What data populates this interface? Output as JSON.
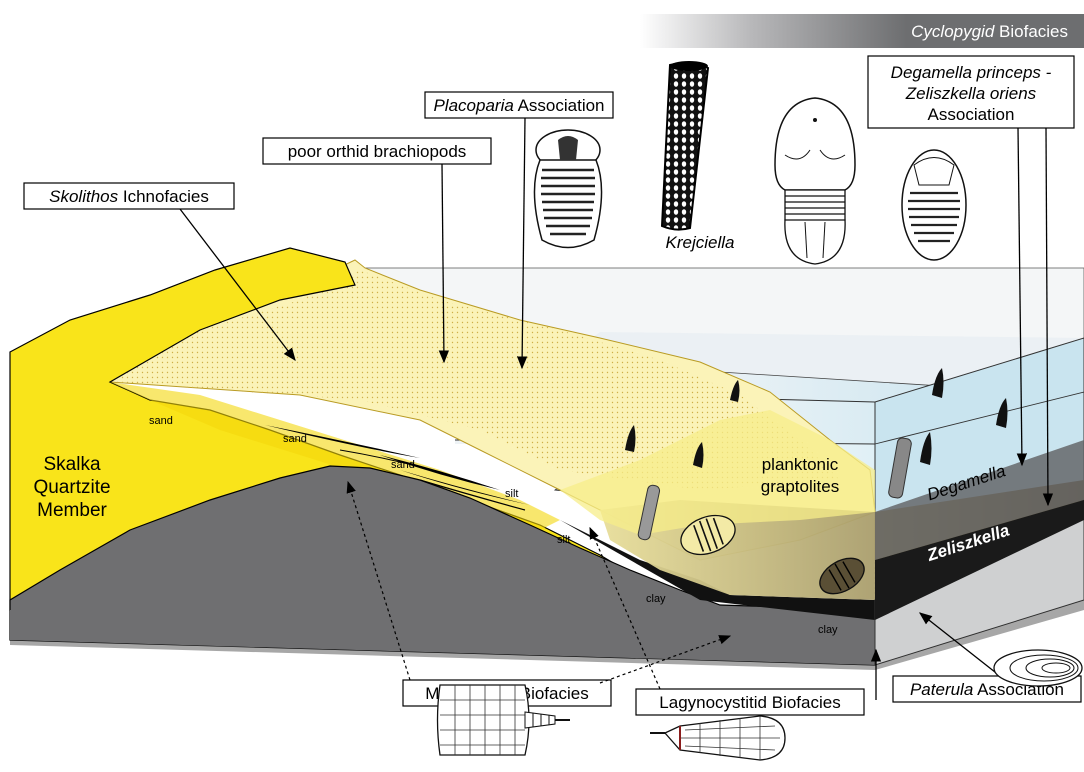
{
  "banner": {
    "italic": "Cyclopygid",
    "rest": " Biofacies"
  },
  "labels": {
    "degamella_line1": "Degamella princeps -",
    "degamella_line2": "Zeliszkella oriens",
    "degamella_line3": "Association",
    "placoparia_italic": "Placoparia",
    "placoparia_rest": " Association",
    "orthid": "poor orthid brachiopods",
    "skolithos_italic": "Skolithos",
    "skolithos_rest": " Ichnofacies",
    "krejciella": "Krejciella",
    "skalka_line1": "Skalka",
    "skalka_line2": "Quartzite",
    "skalka_line3": "Member",
    "planktonic_line1": "planktonic",
    "planktonic_line2": "graptolites",
    "degamella_layer": "Degamella",
    "zeliszkella_layer": "Zeliszkella",
    "mitrocystitid": "Mitrocystitid Biofacies",
    "lagynocystitid": "Lagynocystitid Biofacies",
    "paterula_italic": "Paterula",
    "paterula_rest": " Association"
  },
  "sediments": {
    "sand1": "sand",
    "sand2": "sand",
    "sand3": "sand",
    "silt1": "silt",
    "silt2": "silt",
    "clay1": "clay",
    "clay2": "clay"
  },
  "colors": {
    "yellow": "#f9e41a",
    "pale_yellow": "#fbf3b8",
    "dark_grey": "#6f6f71",
    "water_blue": "#c7e3ef",
    "olive": "#7a6d4a",
    "banner_grey": "#6d6e70"
  },
  "icons": [
    "trilobite-icon",
    "sponge-icon",
    "graptolite-icon",
    "cystoid-icon",
    "brachiopod-icon"
  ]
}
